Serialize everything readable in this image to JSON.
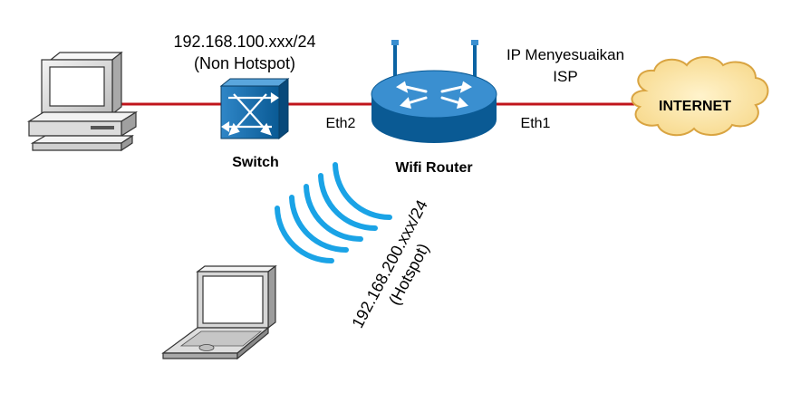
{
  "labels": {
    "non_hotspot_ip": "192.168.100.xxx/24",
    "non_hotspot_note": "(Non Hotspot)",
    "switch": "Switch",
    "router": "Wifi Router",
    "eth2": "Eth2",
    "eth1": "Eth1",
    "isp_line1": "IP Menyesuaikan",
    "isp_line2": "ISP",
    "internet": "INTERNET",
    "hotspot_ip": "192.168.200.xxx/24",
    "hotspot_note": "(Hotspot)"
  },
  "colors": {
    "link": "#c0141b",
    "device_blue": "#0b63a3",
    "device_blue_light": "#3a8fd0",
    "cloud_fill": "#fbe3a6",
    "cloud_stroke": "#d9a441",
    "wifi": "#1aa3e6",
    "pc_body": "#e6e6e6"
  },
  "icons": [
    "desktop-pc-icon",
    "switch-icon",
    "wifi-router-icon",
    "cloud-icon",
    "wifi-waves-icon",
    "laptop-icon"
  ]
}
